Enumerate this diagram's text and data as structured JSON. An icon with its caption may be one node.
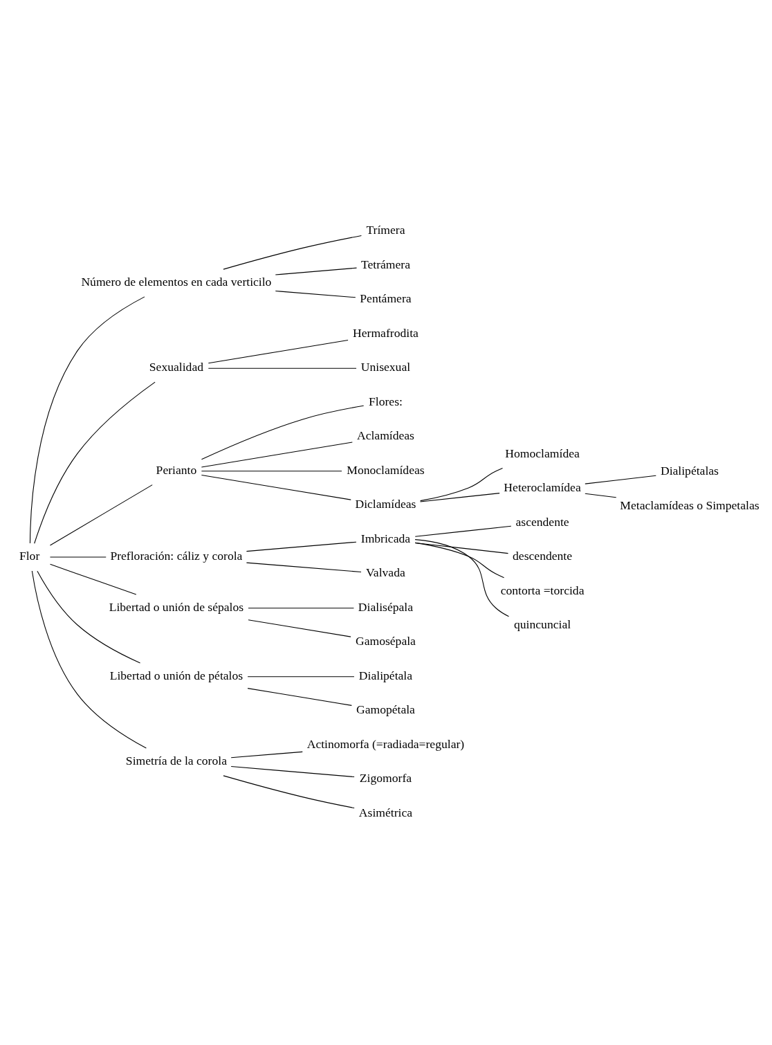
{
  "diagram": {
    "nodes": [
      {
        "text": [
          "Flor"
        ]
      },
      {
        "text": [
          "Número de elementos en cada verticilo"
        ]
      },
      {
        "text": [
          "Trímera"
        ]
      },
      {
        "text": [
          "Tetrámera"
        ]
      },
      {
        "text": [
          "Pentámera"
        ]
      },
      {
        "text": [
          "Sexualidad"
        ]
      },
      {
        "text": [
          "Hermafrodita"
        ]
      },
      {
        "text": [
          "Unisexual"
        ]
      },
      {
        "text": [
          "Perianto"
        ]
      },
      {
        "text": [
          "Flores:"
        ]
      },
      {
        "text": [
          "Aclamídeas"
        ]
      },
      {
        "text": [
          "Monoclamídeas"
        ]
      },
      {
        "text": [
          "Diclamídeas"
        ]
      },
      {
        "text": [
          "Homoclamídea"
        ]
      },
      {
        "text": [
          "Heteroclamídea"
        ]
      },
      {
        "text": [
          "Dialipétalas"
        ]
      },
      {
        "text": [
          "Metaclamídeas o Simpetalas"
        ]
      },
      {
        "text": [
          "Prefloración: cáliz y corola"
        ]
      },
      {
        "text": [
          "Imbricada"
        ]
      },
      {
        "text": [
          "ascendente"
        ]
      },
      {
        "text": [
          "descendente"
        ]
      },
      {
        "text": [
          "contorta =torcida"
        ]
      },
      {
        "text": [
          "quincuncial"
        ]
      },
      {
        "text": [
          "Valvada"
        ]
      },
      {
        "text": [
          "Libertad o unión de sépalos"
        ]
      },
      {
        "text": [
          "Dialisépala"
        ]
      },
      {
        "text": [
          "Gamosépala"
        ]
      },
      {
        "text": [
          "Libertad o unión de pétalos"
        ]
      },
      {
        "text": [
          "Dialipétala"
        ]
      },
      {
        "text": [
          "Gamopétala"
        ]
      },
      {
        "text": [
          "Simetría de la corola"
        ]
      },
      {
        "text": [
          "Actinomorfa (=radiada=regular)"
        ]
      },
      {
        "text": [
          "Zigomorfa"
        ]
      },
      {
        "text": [
          "Asimétrica"
        ]
      }
    ],
    "edges": [
      {
        "from": 0,
        "to": 1,
        "arrow": "none"
      },
      {
        "from": 0,
        "to": 5,
        "arrow": "none"
      },
      {
        "from": 0,
        "to": 8,
        "arrow": "none"
      },
      {
        "from": 0,
        "to": 17,
        "arrow": "none"
      },
      {
        "from": 0,
        "to": 24,
        "arrow": "none"
      },
      {
        "from": 0,
        "to": 27,
        "arrow": "none"
      },
      {
        "from": 0,
        "to": 30,
        "arrow": "none"
      },
      {
        "from": 1,
        "to": 2,
        "arrow": "none"
      },
      {
        "from": 1,
        "to": 3,
        "arrow": "none"
      },
      {
        "from": 1,
        "to": 4,
        "arrow": "none"
      },
      {
        "from": 5,
        "to": 6,
        "arrow": "none"
      },
      {
        "from": 5,
        "to": 7,
        "arrow": "none"
      },
      {
        "from": 8,
        "to": 9,
        "arrow": "none"
      },
      {
        "from": 8,
        "to": 10,
        "arrow": "none"
      },
      {
        "from": 8,
        "to": 11,
        "arrow": "none"
      },
      {
        "from": 8,
        "to": 12,
        "arrow": "none"
      },
      {
        "from": 12,
        "to": 13,
        "arrow": "none"
      },
      {
        "from": 12,
        "to": 14,
        "arrow": "none"
      },
      {
        "from": 14,
        "to": 15,
        "arrow": "none"
      },
      {
        "from": 14,
        "to": 16,
        "arrow": "none"
      },
      {
        "from": 17,
        "to": 18,
        "arrow": "none"
      },
      {
        "from": 17,
        "to": 23,
        "arrow": "none"
      },
      {
        "from": 18,
        "to": 19,
        "arrow": "none"
      },
      {
        "from": 18,
        "to": 20,
        "arrow": "none"
      },
      {
        "from": 18,
        "to": 21,
        "arrow": "none"
      },
      {
        "from": 18,
        "to": 22,
        "arrow": "none"
      },
      {
        "from": 24,
        "to": 25,
        "arrow": "none"
      },
      {
        "from": 24,
        "to": 26,
        "arrow": "none"
      },
      {
        "from": 27,
        "to": 28,
        "arrow": "none"
      },
      {
        "from": 27,
        "to": 29,
        "arrow": "none"
      },
      {
        "from": 30,
        "to": 31,
        "arrow": "none"
      },
      {
        "from": 30,
        "to": 32,
        "arrow": "none"
      },
      {
        "from": 30,
        "to": 33,
        "arrow": "none"
      }
    ]
  }
}
